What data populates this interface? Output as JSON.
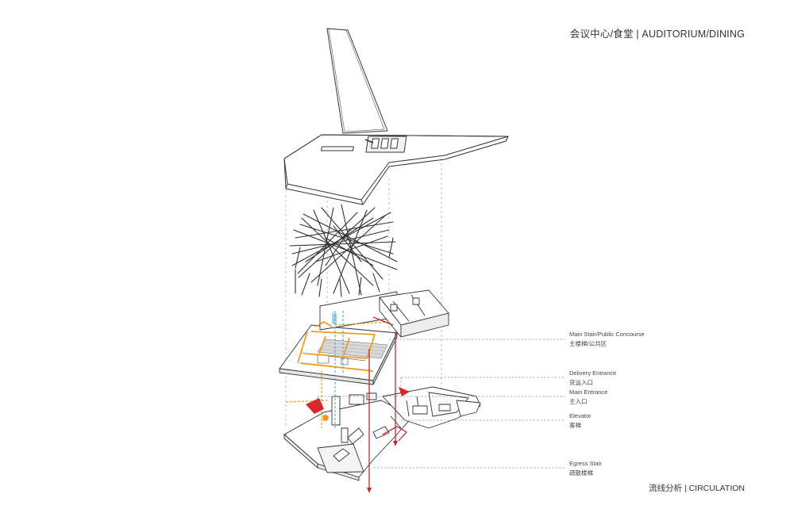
{
  "header": {
    "title": "会议中心/食堂 | AUDITORIUM/DINING"
  },
  "footer": {
    "title": "流线分析 | CIRCULATION"
  },
  "callouts": [
    {
      "en": "Main Stair/Public Concourse",
      "zh": "主楼梯/公共区"
    },
    {
      "en": "Delivery Entrance",
      "zh": "货运入口"
    },
    {
      "en": "Main Entrance",
      "zh": "主入口"
    },
    {
      "en": "Elevator",
      "zh": "客梯"
    },
    {
      "en": "Egress Stair",
      "zh": "疏散楼梯"
    }
  ],
  "colors": {
    "line": "#333333",
    "guide": "#8a8a8a",
    "public_route": "#f39a1e",
    "service_route": "#c4282d",
    "elevator_route": "#3fa9dc",
    "arrow_red": "#d9262a"
  }
}
